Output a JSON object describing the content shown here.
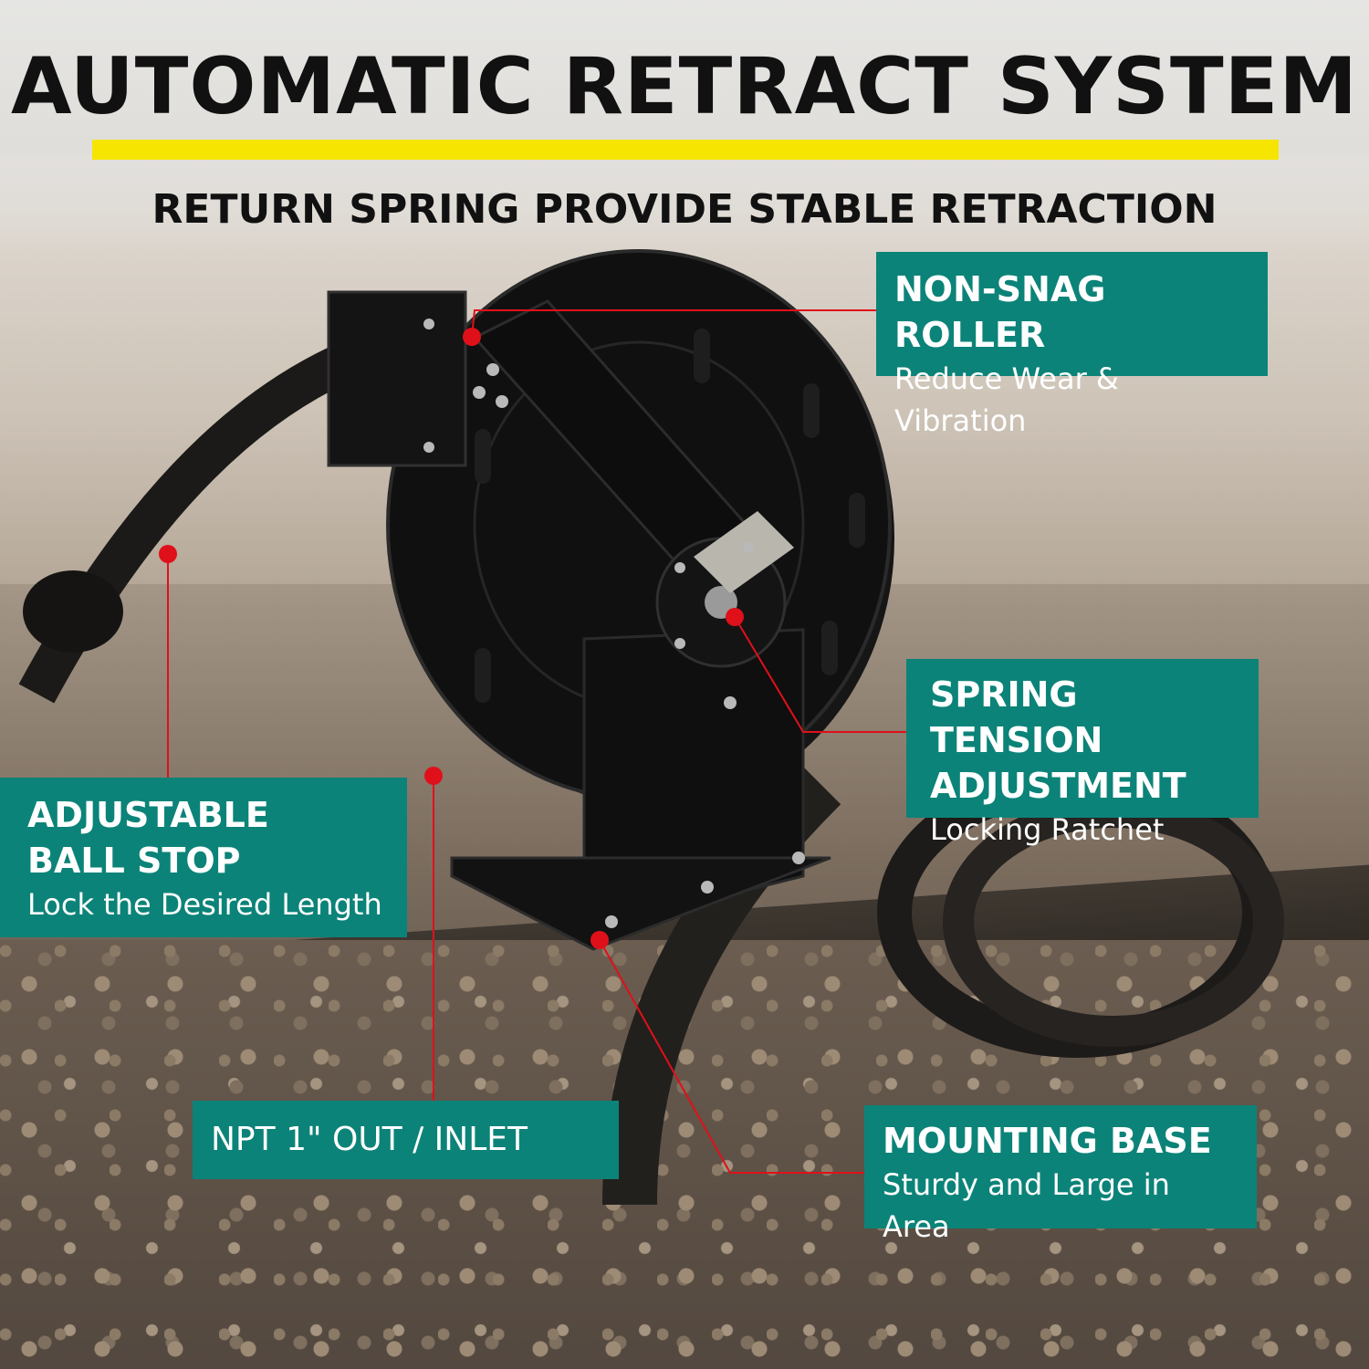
{
  "header": {
    "title": "AUTOMATIC RETRACT SYSTEM",
    "subtitle": "RETURN SPRING PROVIDE STABLE RETRACTION"
  },
  "callouts": {
    "roller": {
      "title": "NON-SNAG ROLLER",
      "desc": "Reduce Wear & Vibration"
    },
    "spring": {
      "title_line1": "SPRING TENSION",
      "title_line2": "ADJUSTMENT",
      "desc": "Locking Ratchet"
    },
    "ball_stop": {
      "title_line1": "ADJUSTABLE",
      "title_line2": "BALL STOP",
      "desc": "Lock the Desired Length"
    },
    "npt": {
      "title": "NPT 1\" OUT / INLET"
    },
    "mounting": {
      "title": "MOUNTING BASE",
      "desc": "Sturdy and Large in Area"
    }
  },
  "colors": {
    "accent_teal": "#0c8378",
    "highlight_yellow": "#f6e500",
    "leader_red": "#e0101a",
    "reel_black": "#111111"
  }
}
